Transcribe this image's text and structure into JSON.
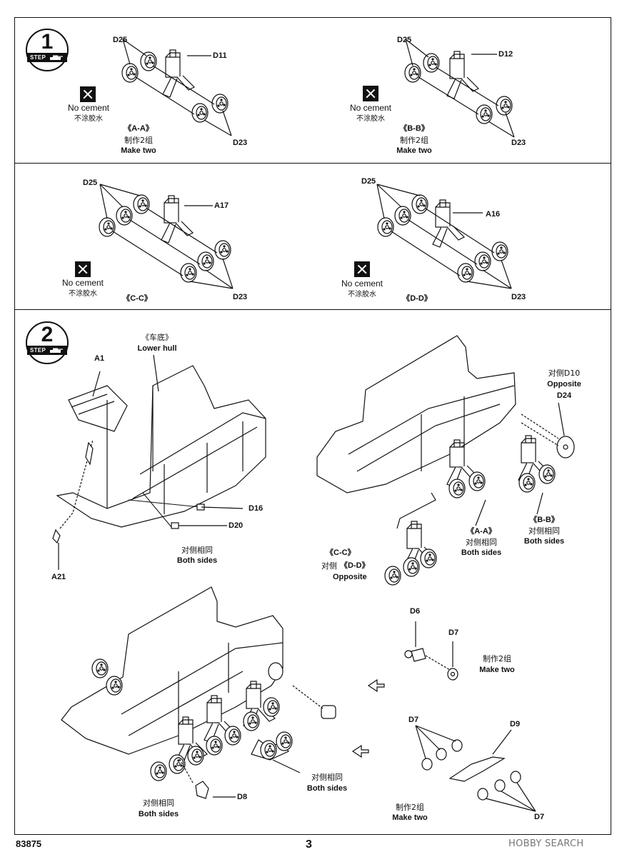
{
  "page": {
    "code": "83875",
    "number": "3",
    "watermark": "HOBBY SEARCH"
  },
  "step1": {
    "badge_number": "1",
    "badge_word": "STEP",
    "views": [
      {
        "parts": [
          "D25",
          "D11",
          "D23"
        ],
        "section": "《A-A》",
        "make_cn": "制作2组",
        "make_en": "Make two",
        "warn_en": "No cement",
        "warn_cn": "不涂胶水"
      },
      {
        "parts": [
          "D25",
          "D12",
          "D23"
        ],
        "section": "《B-B》",
        "make_cn": "制作2组",
        "make_en": "Make two",
        "warn_en": "No cement",
        "warn_cn": "不涂胶水"
      },
      {
        "parts": [
          "D25",
          "A17",
          "D23"
        ],
        "section": "《C-C》",
        "warn_en": "No cement",
        "warn_cn": "不涂胶水"
      },
      {
        "parts": [
          "D25",
          "A16",
          "D23"
        ],
        "section": "《D-D》",
        "warn_en": "No cement",
        "warn_cn": "不涂胶水"
      }
    ]
  },
  "step2": {
    "badge_number": "2",
    "badge_word": "STEP",
    "hull_cn": "《车底》",
    "hull_en": "Lower hull",
    "parts": {
      "a1": "A1",
      "d16": "D16",
      "d20": "D20",
      "a21": "A21",
      "d10_cn": "对侧D10",
      "opposite": "Opposite",
      "d24": "D24",
      "d6": "D6",
      "d7a": "D7",
      "d7b": "D7",
      "d7c": "D7",
      "d9": "D9",
      "d8": "D8"
    },
    "both_sides_cn": "对侧相同",
    "both_sides_en": "Both sides",
    "aa_section": "《A-A》",
    "bb_section": "《B-B》",
    "cc_section": "《C-C》",
    "opp_dd_cn": "对侧",
    "opp_dd": "《D-D》",
    "opposite_en": "Opposite",
    "make_two_cn": "制作2组",
    "make_two_en": "Make two"
  }
}
